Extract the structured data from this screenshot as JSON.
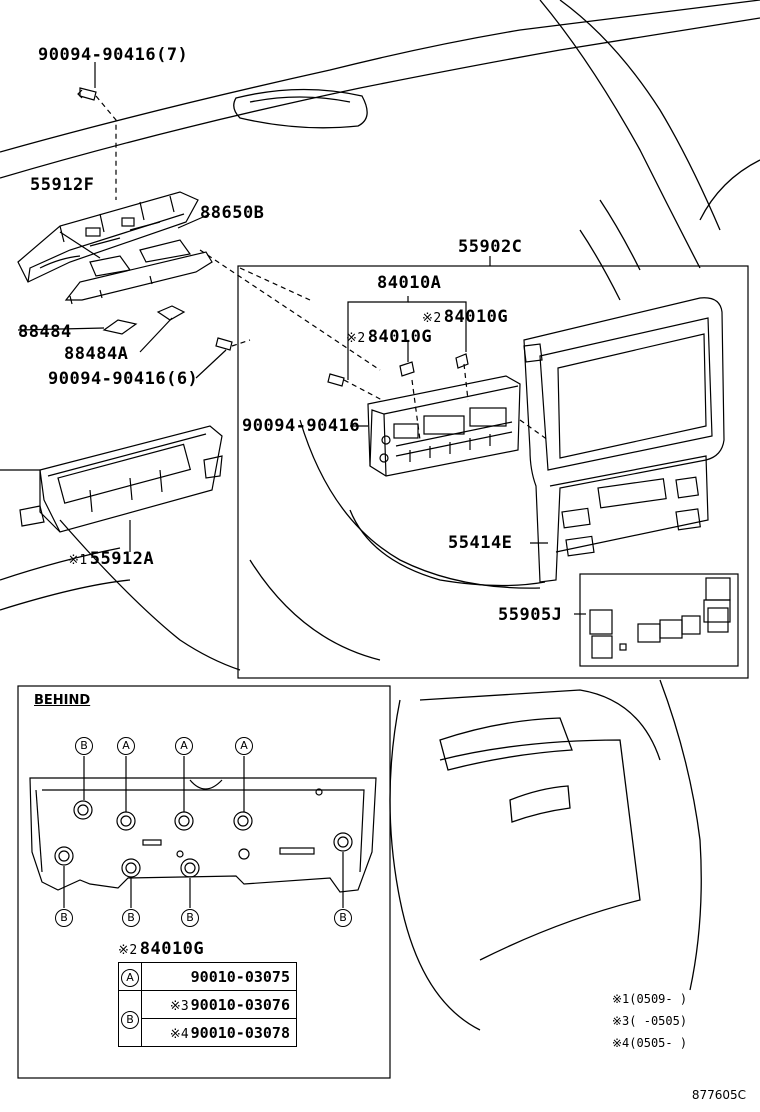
{
  "labels": {
    "bolt_7": "90094-90416(7)",
    "p55912F": "55912F",
    "p88650B": "88650B",
    "p55902C": "55902C",
    "p84010A": "84010A",
    "p84010G_a": "84010G",
    "p84010G_b": "84010G",
    "p88484": "88484",
    "p88484A": "88484A",
    "bolt_6": "90094-90416(6)",
    "bolt": "90094-90416",
    "p55414E": "55414E",
    "p55905J": "55905J",
    "p55912A": "55912A"
  },
  "marks": {
    "m1": "※1",
    "m2": "※2",
    "m3": "※3",
    "m4": "※4"
  },
  "behind": {
    "title": "BEHIND",
    "part_label": "84010G",
    "top_circles": [
      "B",
      "A",
      "A",
      "A"
    ],
    "bottom_circles": [
      "B",
      "B",
      "B",
      "B"
    ],
    "table": {
      "a_key": "A",
      "a_value": "90010-03075",
      "b_key": "B",
      "b1_mark": "※3",
      "b1_value": "90010-03076",
      "b2_mark": "※4",
      "b2_value": "90010-03078"
    }
  },
  "notes": [
    {
      "mark": "※1",
      "text": "(0509-      )"
    },
    {
      "mark": "※3",
      "text": "(      -0505)"
    },
    {
      "mark": "※4",
      "text": "(0505-      )"
    }
  ],
  "diagram_code": "877605C"
}
